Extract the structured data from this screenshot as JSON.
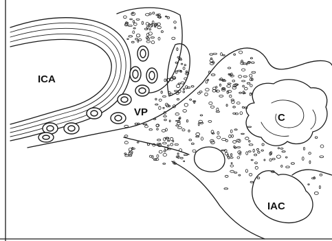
{
  "labels": {
    "ica": "ICA",
    "vp": "VP",
    "c": "C",
    "iac": "IAC"
  },
  "colors": {
    "ink": "#1a1a1a",
    "paper": "#ffffff"
  }
}
